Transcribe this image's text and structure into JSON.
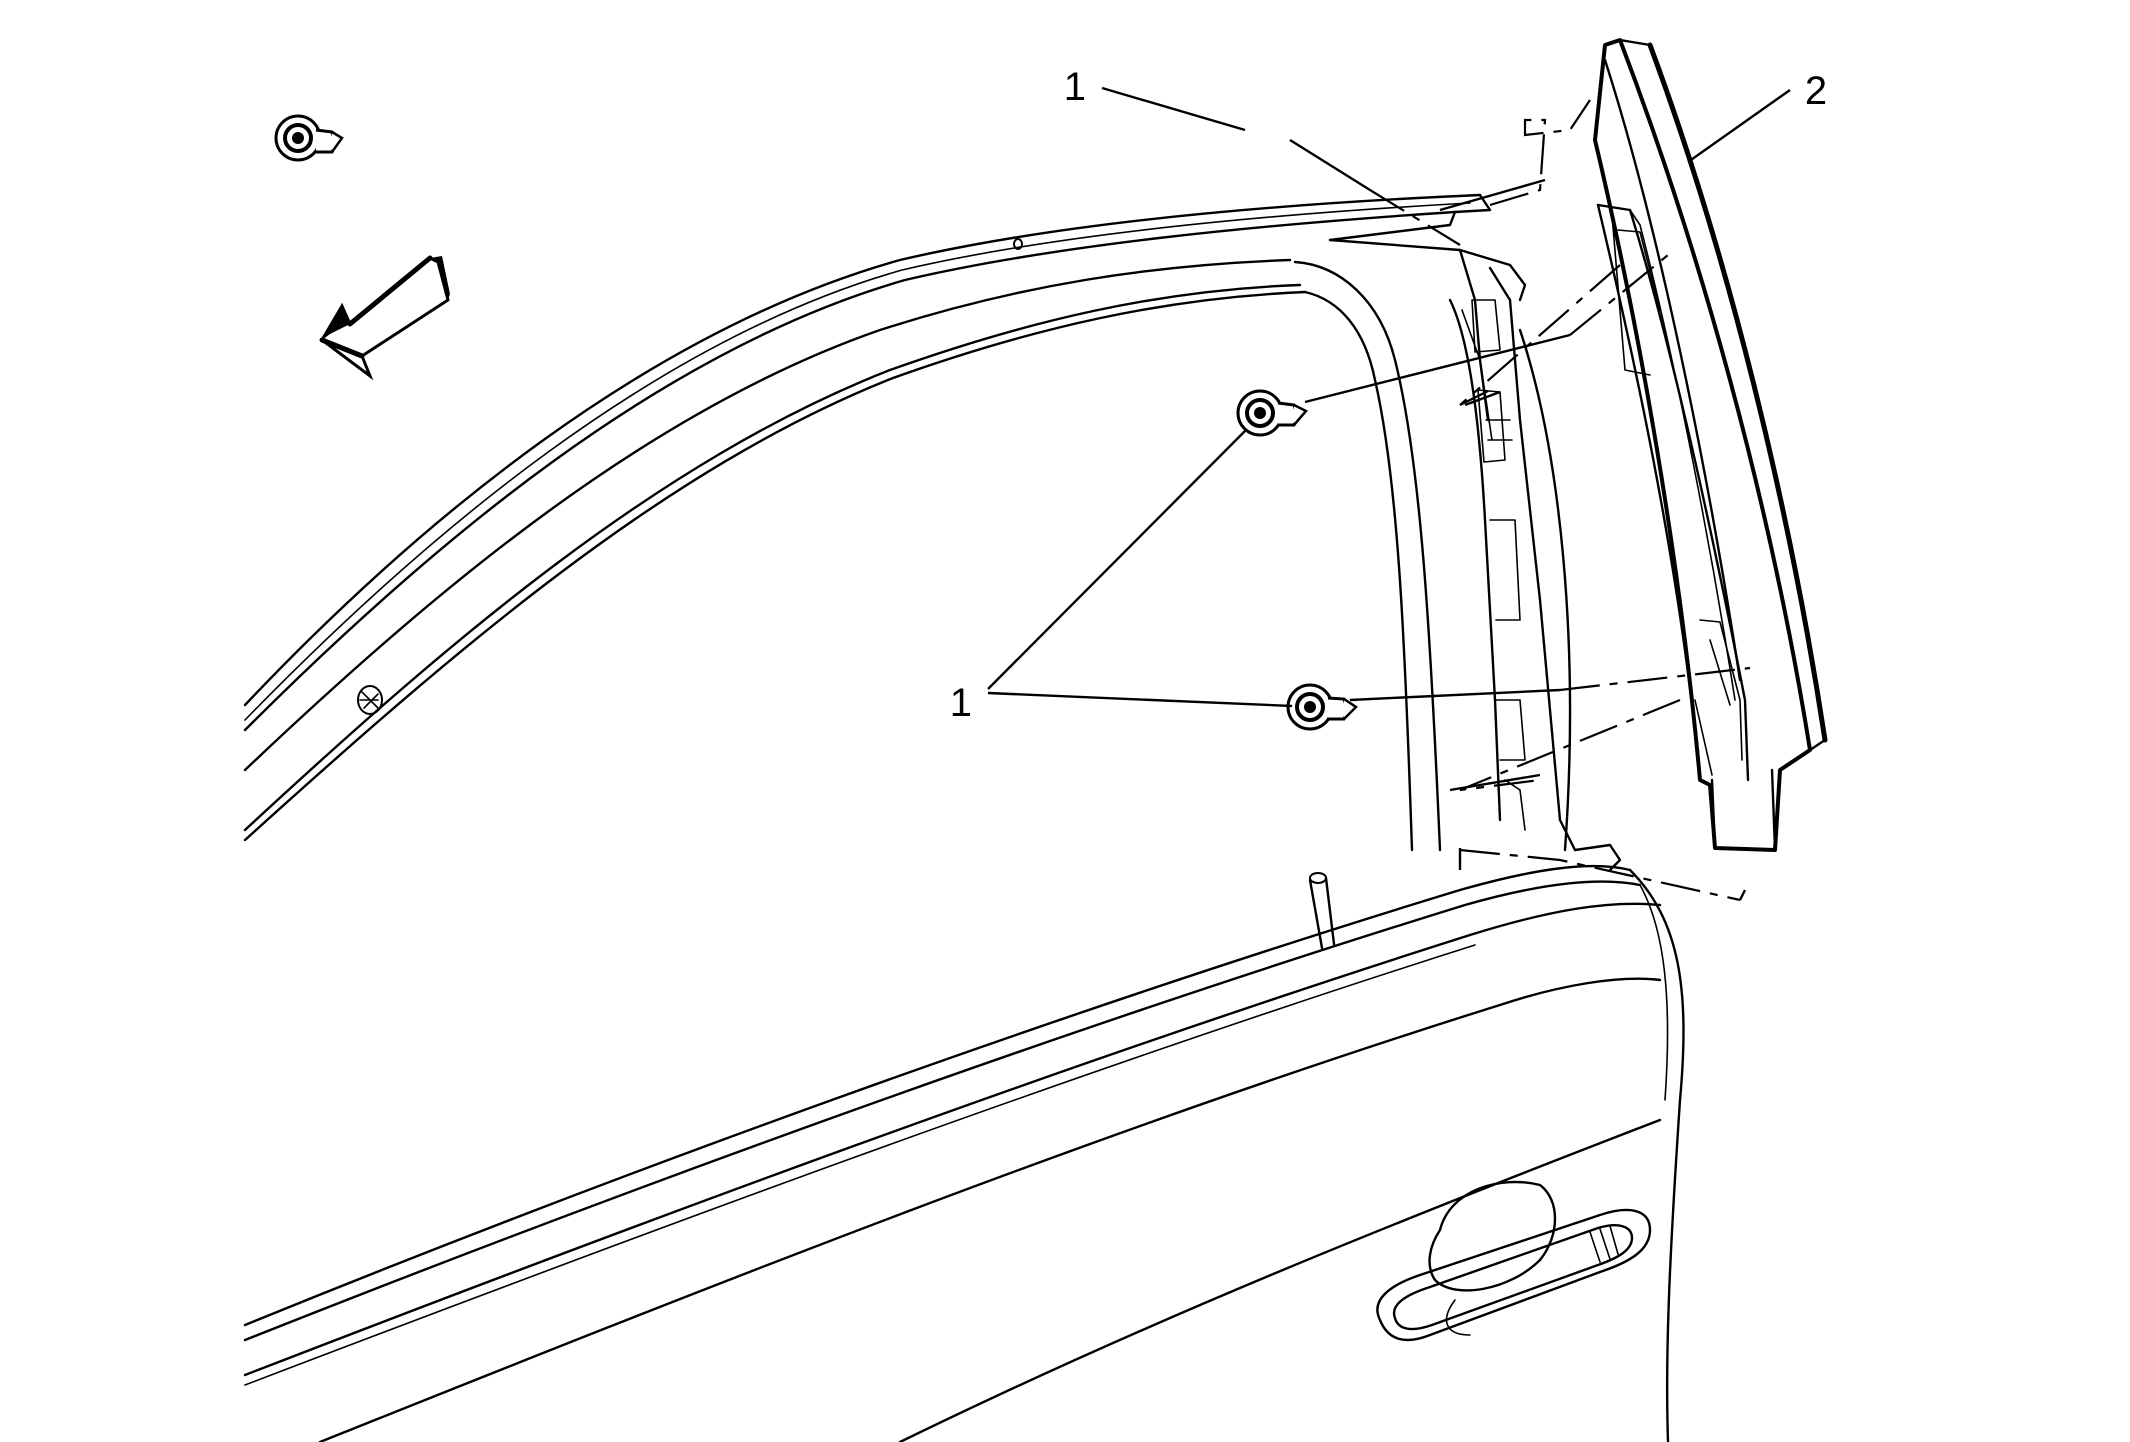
{
  "callouts": {
    "fastener_top": "1",
    "fastener_group": "1",
    "applique": "2"
  },
  "icons": {
    "direction_arrow": "front-direction-arrow-icon"
  },
  "colors": {
    "line": "#000000",
    "background": "#ffffff"
  }
}
